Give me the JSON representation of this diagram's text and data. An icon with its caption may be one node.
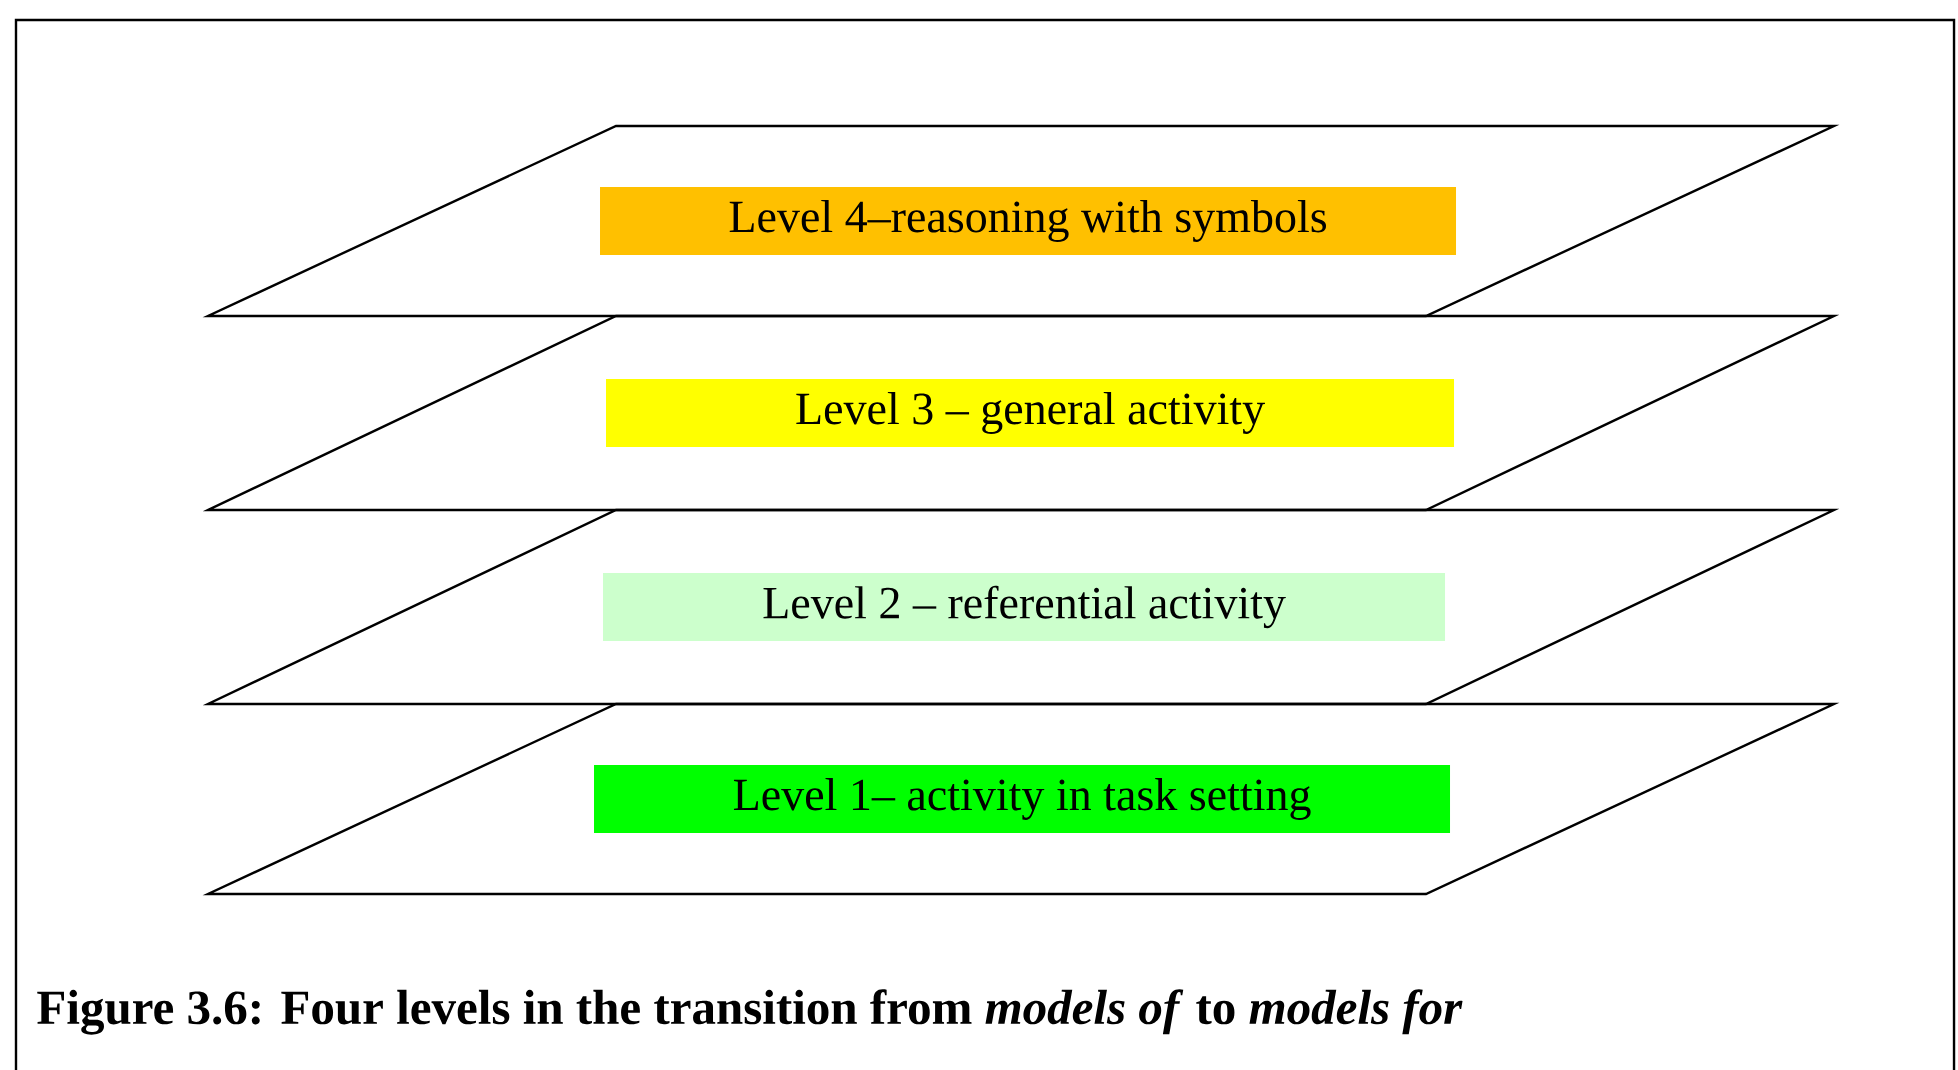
{
  "diagram": {
    "caption": "Figure 3.6: Four levels in the transition from *models of* to *models for*",
    "nodes": [
      {
        "text": [
          "Level 4–reasoning with symbols"
        ]
      },
      {
        "text": [
          "Level 3 – general activity"
        ]
      },
      {
        "text": [
          "Level 2 – referential activity"
        ]
      },
      {
        "text": [
          "Level 1– activity in task setting"
        ]
      }
    ]
  }
}
